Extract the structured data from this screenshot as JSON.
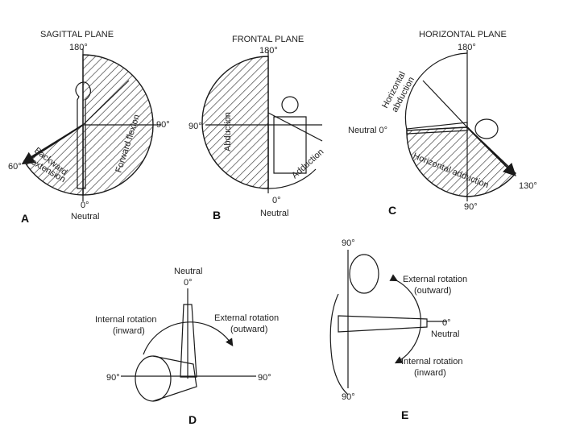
{
  "panels": {
    "a": {
      "letter": "A",
      "plane": "SAGITTAL PLANE",
      "top": "180°",
      "right": "90°",
      "left": "60°",
      "bottom": "0°",
      "neutral": "Neutral",
      "forward": "Forward flexion",
      "backward1": "Backward",
      "backward2": "extension"
    },
    "b": {
      "letter": "B",
      "plane": "FRONTAL PLANE",
      "top": "180°",
      "left": "90°",
      "bottom": "0°",
      "neutral": "Neutral",
      "abduction": "Abduction",
      "adduction": "Adduction"
    },
    "c": {
      "letter": "C",
      "plane": "HORIZONTAL PLANE",
      "top": "180°",
      "neutral": "Neutral 0°",
      "bottom": "90°",
      "right": "130°",
      "habd1": "Horizontal",
      "habd2": "abduction",
      "hadd": "Horizontal adduction"
    },
    "d": {
      "letter": "D",
      "neutral": "Neutral",
      "zero": "0°",
      "int1": "Internal rotation",
      "int2": "(inward)",
      "ext1": "External rotation",
      "ext2": "(outward)",
      "left": "90°",
      "right": "90°"
    },
    "e": {
      "letter": "E",
      "top": "90°",
      "bottom": "90°",
      "ext1": "External rotation",
      "ext2": "(outward)",
      "zero": "0°",
      "neutral": "Neutral",
      "int1": "Internal rotation",
      "int2": "(inward)"
    }
  }
}
